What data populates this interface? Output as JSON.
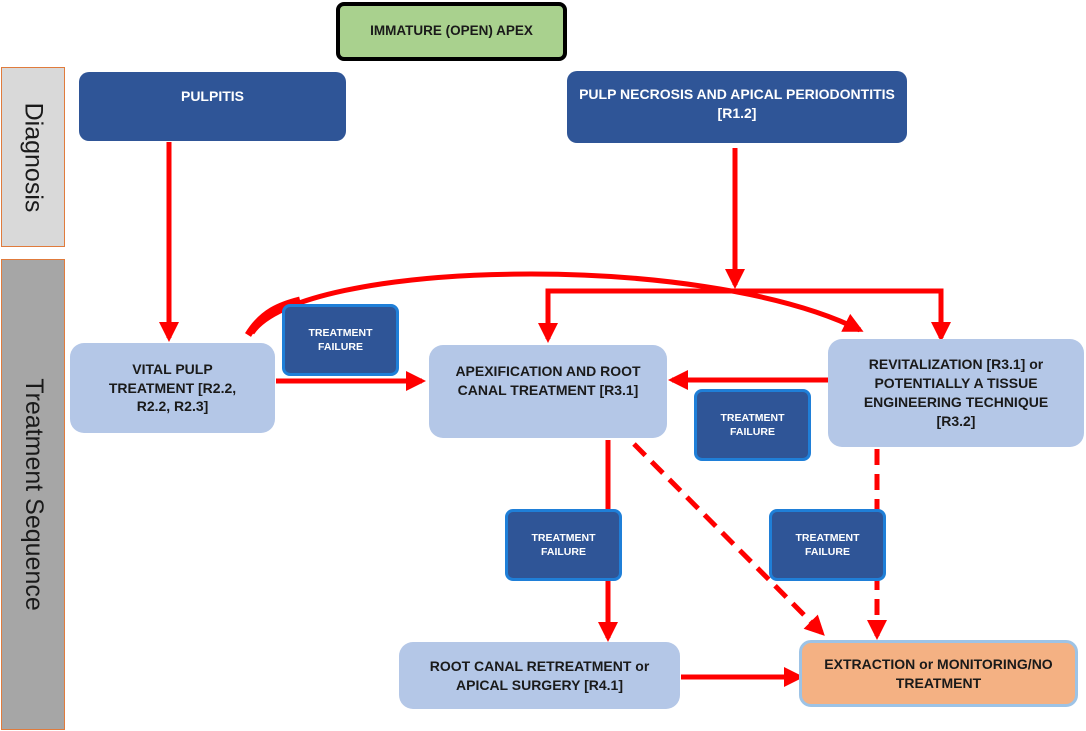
{
  "side_labels": {
    "diagnosis": "Diagnosis",
    "treatment_sequence": "Treatment Sequence"
  },
  "top": {
    "title": "IMMATURE (OPEN) APEX"
  },
  "diagnosis": {
    "pulpitis": "PULPITIS",
    "necrosis_line1": "PULP NECROSIS AND APICAL PERIODONTITIS",
    "necrosis_line2": "[R1.2]"
  },
  "treatment": {
    "vital_line1": "VITAL PULP",
    "vital_line2": "TREATMENT [R2.2,",
    "vital_line3": "R2.2, R2.3]",
    "apex_line1": "APEXIFICATION AND ROOT",
    "apex_line2": "CANAL TREATMENT [R3.1]",
    "revit_line1": "REVITALIZATION [R3.1] or",
    "revit_line2": "POTENTIALLY A TISSUE",
    "revit_line3": "ENGINEERING TECHNIQUE",
    "revit_line4": "[R3.2]",
    "retreat_line1": "ROOT CANAL RETREATMENT or",
    "retreat_line2": "APICAL SURGERY [R4.1]",
    "extraction_line1": "EXTRACTION or MONITORING/NO",
    "extraction_line2": "TREATMENT"
  },
  "failure": {
    "line1": "TREATMENT",
    "line2": "FAILURE"
  },
  "colors": {
    "arrow": "#ff0000",
    "dark_box": "#2f5597",
    "light_box": "#b4c7e7",
    "green_box": "#a9d18e",
    "orange_box": "#f4b183"
  }
}
